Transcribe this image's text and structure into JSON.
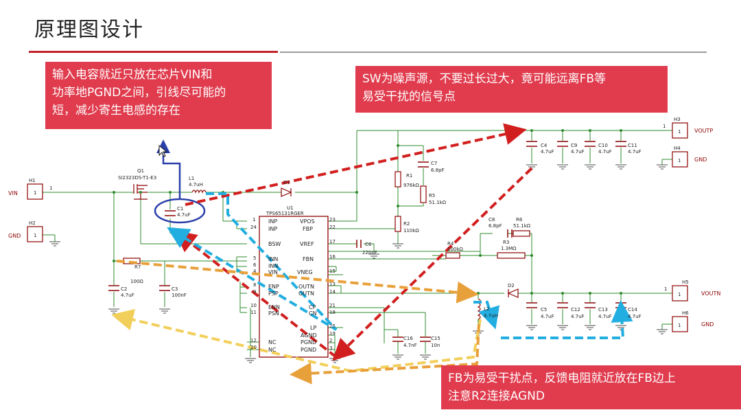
{
  "title": "原理图设计",
  "callouts": {
    "input_cap": {
      "line1": "输入电容就近只放在芯片VIN和",
      "line2": "功率地PGND之间，引线尽可能的",
      "line3": "短，减少寄生电感的存在"
    },
    "sw_node": {
      "line1": "SW为噪声源，不要过长过大，竟可能远离FB等",
      "line2": "易受干扰的信号点"
    },
    "fb_node": {
      "line1": "FB为易受干扰点，反馈电阻就近放在FB边上",
      "line2": "注意R2连接AGND"
    }
  },
  "colors": {
    "callout_bg": "#e03c4e",
    "rule_red": "#c0212b",
    "wire": "#2e8b2e",
    "part": "#8b0000",
    "arrow_red": "#d11f1f",
    "arrow_blue": "#22aee0",
    "arrow_orange": "#e8a03a",
    "arrow_yellow": "#f2cf5a",
    "highlight": "#2a3faa"
  },
  "schematic": {
    "ports": {
      "vin": "VIN",
      "gnd1": "GND",
      "gnd2": "GND",
      "vout_p": "VOUTP",
      "gnd_h4": "GND",
      "vout_n": "VOUTN",
      "gnd_h6": "GND"
    },
    "headers": {
      "h1": "H1",
      "h2": "H2",
      "h3": "H3",
      "h4": "H4",
      "h5": "H5",
      "h6": "H6",
      "pin1": "1"
    },
    "q1": {
      "ref": "Q1",
      "part": "SI2323DS-T1-E3"
    },
    "l1": {
      "ref": "L1",
      "value": "4.7uH"
    },
    "d1": "D1",
    "d2": "D2",
    "c1": {
      "ref": "C1",
      "value": "4.7uF"
    },
    "u1": {
      "ref": "U1",
      "part": "TPS65131RGER"
    },
    "ic_left_pins": [
      "INP",
      "INP",
      "BSW",
      "INN",
      "INN",
      "VIN",
      "ENP",
      "PSP",
      "ENN",
      "PSN",
      "NC",
      "NC"
    ],
    "ic_left_nums": [
      "1",
      "24",
      "",
      "5",
      "6",
      "4",
      "8",
      "9",
      "10",
      "11",
      "12",
      "20"
    ],
    "ic_right_pins": [
      "VPOS",
      "FBP",
      "VREF",
      "FBN",
      "VNEG",
      "OUTN",
      "OUTN",
      "CP",
      "CN",
      "LP",
      "AGND",
      "PGND",
      "PGND"
    ],
    "ic_right_nums": [
      "23",
      "22",
      "17",
      "16",
      "15",
      "13",
      "14",
      "21",
      "18",
      "25",
      "19",
      "2",
      "3"
    ],
    "r1": {
      "ref": "R1",
      "value": "976kΩ"
    },
    "r2": {
      "ref": "R2",
      "value": "110kΩ"
    },
    "r3": {
      "ref": "R3",
      "value": "1.3MΩ"
    },
    "r4": {
      "ref": "R4",
      "value": "100kΩ"
    },
    "r5": {
      "ref": "R5",
      "value": "51.1kΩ"
    },
    "r6": {
      "ref": "R6",
      "value": "51.1kΩ"
    },
    "r7": {
      "ref": "R7",
      "value": "100Ω"
    },
    "c2": {
      "ref": "C2",
      "value": "4.7uF"
    },
    "c3": {
      "ref": "C3",
      "value": "100nF"
    },
    "c4": {
      "ref": "C4",
      "value": "4.7uF"
    },
    "c5": {
      "ref": "C5",
      "value": "4.7uF"
    },
    "c6": {
      "ref": "C6",
      "value": "220nF"
    },
    "c7": {
      "ref": "C7",
      "value": "6.8pF"
    },
    "c8": {
      "ref": "C8",
      "value": "6.8pF"
    },
    "c9": {
      "ref": "C9",
      "value": "4.7uF"
    },
    "c10": {
      "ref": "C10",
      "value": "4.7uF"
    },
    "c11": {
      "ref": "C11",
      "value": "4.7uF"
    },
    "c12": {
      "ref": "C12",
      "value": "4.7uF"
    },
    "c13": {
      "ref": "C13",
      "value": "4.7uF"
    },
    "c14": {
      "ref": "C14",
      "value": "4.7uF"
    },
    "c15": {
      "ref": "C15",
      "value": "10n"
    },
    "c16": {
      "ref": "C16",
      "value": "4.7nF"
    },
    "l2": {
      "ref": "L2",
      "value": "4.7uH"
    }
  }
}
